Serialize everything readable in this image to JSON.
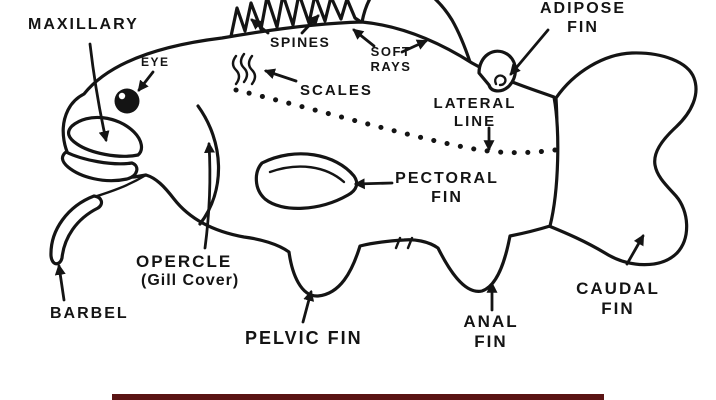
{
  "labels": {
    "maxillary": "MAXILLARY",
    "eye": "EYE",
    "spines": "SPINES",
    "soft_rays": "SOFT\nRAYS",
    "adipose_fin": "ADIPOSE\nFIN",
    "scales": "SCALES",
    "lateral_line": "LATERAL\nLINE",
    "pectoral_fin": "PECTORAL\nFIN",
    "opercle": "OPERCLE",
    "opercle_sub": "(Gill Cover)",
    "barbel": "BARBEL",
    "pelvic_fin": "PELVIC FIN",
    "anal_fin": "ANAL\nFIN",
    "caudal_fin": "CAUDAL\nFIN"
  },
  "colors": {
    "ink": "#141414",
    "paper": "#ffffff",
    "strip": "#5a1414"
  }
}
